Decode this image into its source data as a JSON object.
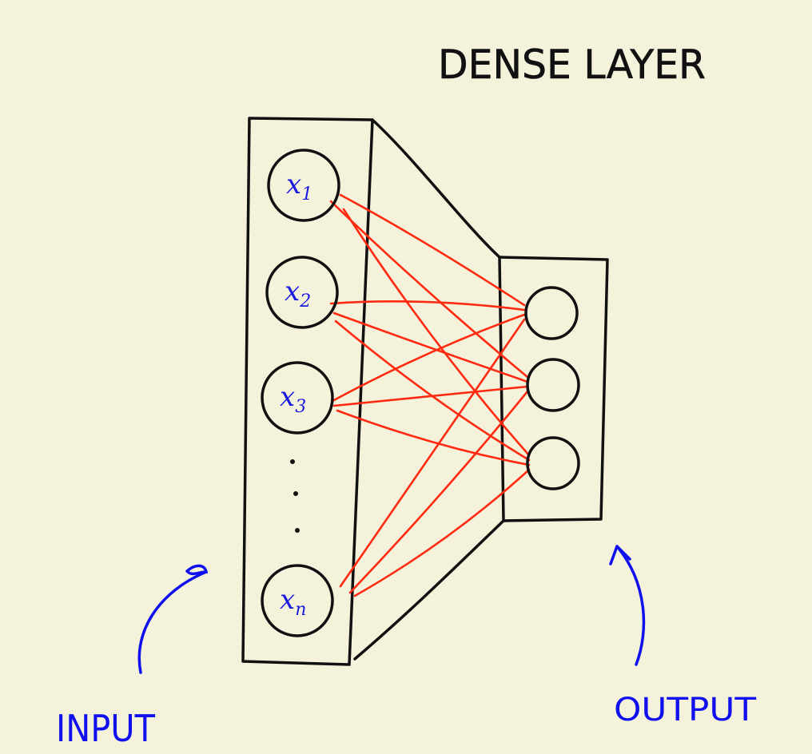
{
  "title": "DENSE LAYER",
  "input_label": "INPUT",
  "output_label": "OUTPUT",
  "input_nodes": [
    {
      "base": "x",
      "sub": "1"
    },
    {
      "base": "x",
      "sub": "2"
    },
    {
      "base": "x",
      "sub": "3"
    },
    {
      "base": "x",
      "sub": "n"
    }
  ],
  "output_node_count": 3,
  "colors": {
    "background": "#f5f2dc",
    "ink": "#111111",
    "node_text": "#1a1ae0",
    "label": "#1010ee",
    "connection": "#ff2a10"
  }
}
